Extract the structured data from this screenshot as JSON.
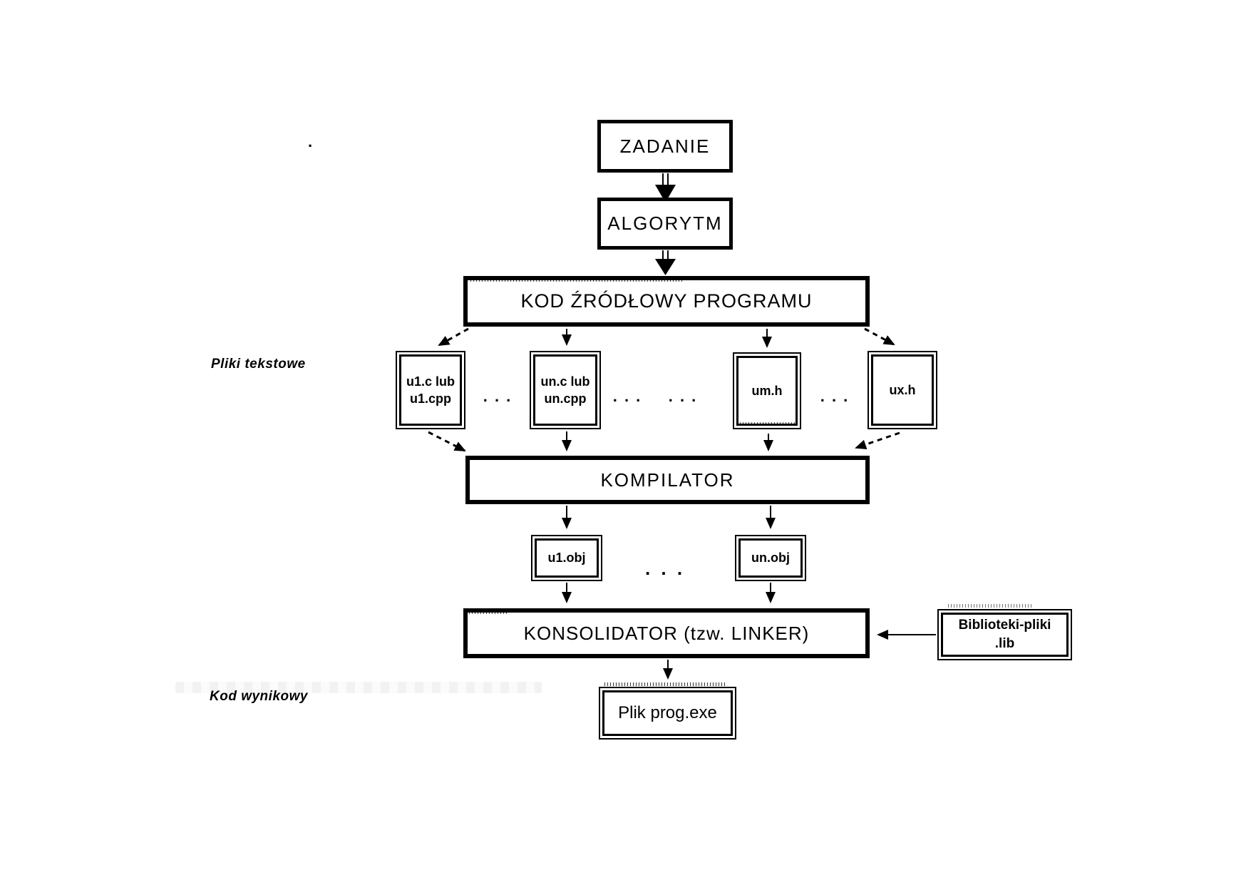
{
  "nodes": {
    "zadanie": {
      "label": "ZADANIE"
    },
    "algorytm": {
      "label": "ALGORYTM"
    },
    "kod_zrodlowy": {
      "label": "KOD ŹRÓDŁOWY PROGRAMU"
    },
    "file_u1": {
      "line1": "u1.c lub",
      "line2": "u1.cpp"
    },
    "file_un": {
      "line1": "un.c lub",
      "line2": "un.cpp"
    },
    "file_um": {
      "label": "um.h"
    },
    "file_ux": {
      "label": "ux.h"
    },
    "kompilator": {
      "label": "KOMPILATOR"
    },
    "obj_u1": {
      "label": "u1.obj"
    },
    "obj_un": {
      "label": "un.obj"
    },
    "konsolidator": {
      "label": "KONSOLIDATOR (tzw. LINKER)"
    },
    "biblioteki": {
      "line1": "Biblioteki-pliki",
      "line2": ".lib"
    },
    "plik_exe": {
      "label": "Plik prog.exe"
    }
  },
  "side_labels": {
    "pliki_tekstowe": "Pliki tekstowe",
    "kod_wynikowy": "Kod wynikowy"
  },
  "decorations": {
    "ellipsis": ". . .",
    "stray_dot": "."
  },
  "colors": {
    "ink": "#000000",
    "background": "#ffffff"
  }
}
